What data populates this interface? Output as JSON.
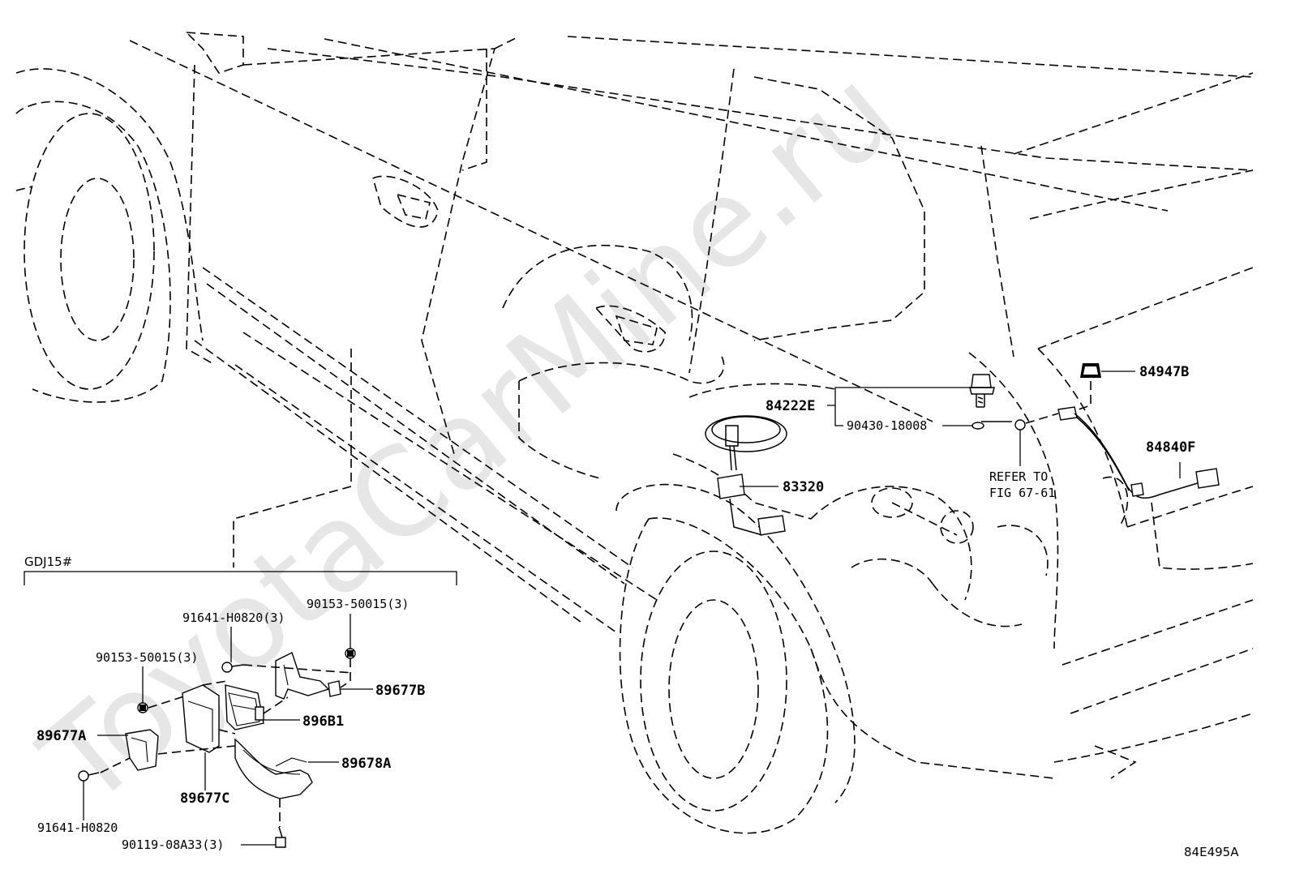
{
  "diagram_code": "84E495A",
  "variant_label": "GDJ15#",
  "watermark": "ToyotaCarMine.ru",
  "parts": {
    "p84947B": "84947B",
    "p84222E": "84222E",
    "p90430_18008": "90430-18008",
    "p84840F": "84840F",
    "p83320": "83320",
    "refer_line1": "REFER TO",
    "refer_line2": "FIG 67-61",
    "p90153_right": "90153-50015(3)",
    "p91641_top": "91641-H0820(3)",
    "p90153_left": "90153-50015(3)",
    "p89677B": "89677B",
    "p896B1": "896B1",
    "p89677A": "89677A",
    "p89678A": "89678A",
    "p89677C": "89677C",
    "p91641_bottom": "91641-H0820",
    "p90119": "90119-08A33(3)"
  }
}
